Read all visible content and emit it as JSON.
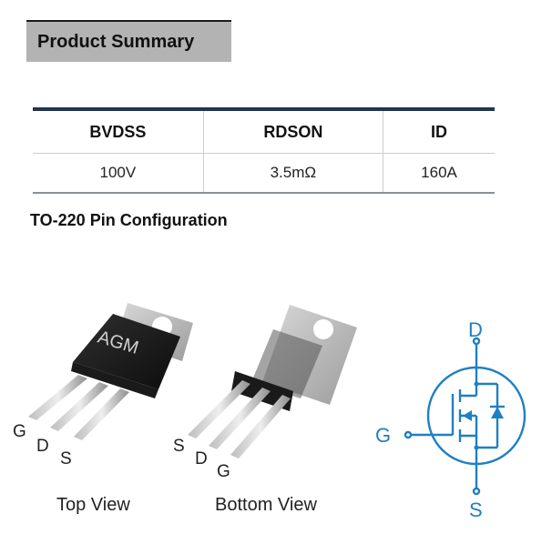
{
  "summary": {
    "title": "Product Summary"
  },
  "table": {
    "headers": [
      "BVDSS",
      "RDSON",
      "ID"
    ],
    "values": [
      "100V",
      "3.5mΩ",
      "160A"
    ]
  },
  "pin_config": {
    "title": "TO-220 Pin Configuration",
    "package_marking": "AGM",
    "top_view": {
      "label": "Top View",
      "pins": [
        "G",
        "D",
        "S"
      ]
    },
    "bottom_view": {
      "label": "Bottom View",
      "pins": [
        "S",
        "D",
        "G"
      ]
    },
    "symbol": {
      "drain": "D",
      "gate": "G",
      "source": "S"
    }
  },
  "colors": {
    "symbol_blue": "#1f7fc4",
    "table_rule": "#1f3550",
    "header_bg": "#b3b3b3"
  }
}
